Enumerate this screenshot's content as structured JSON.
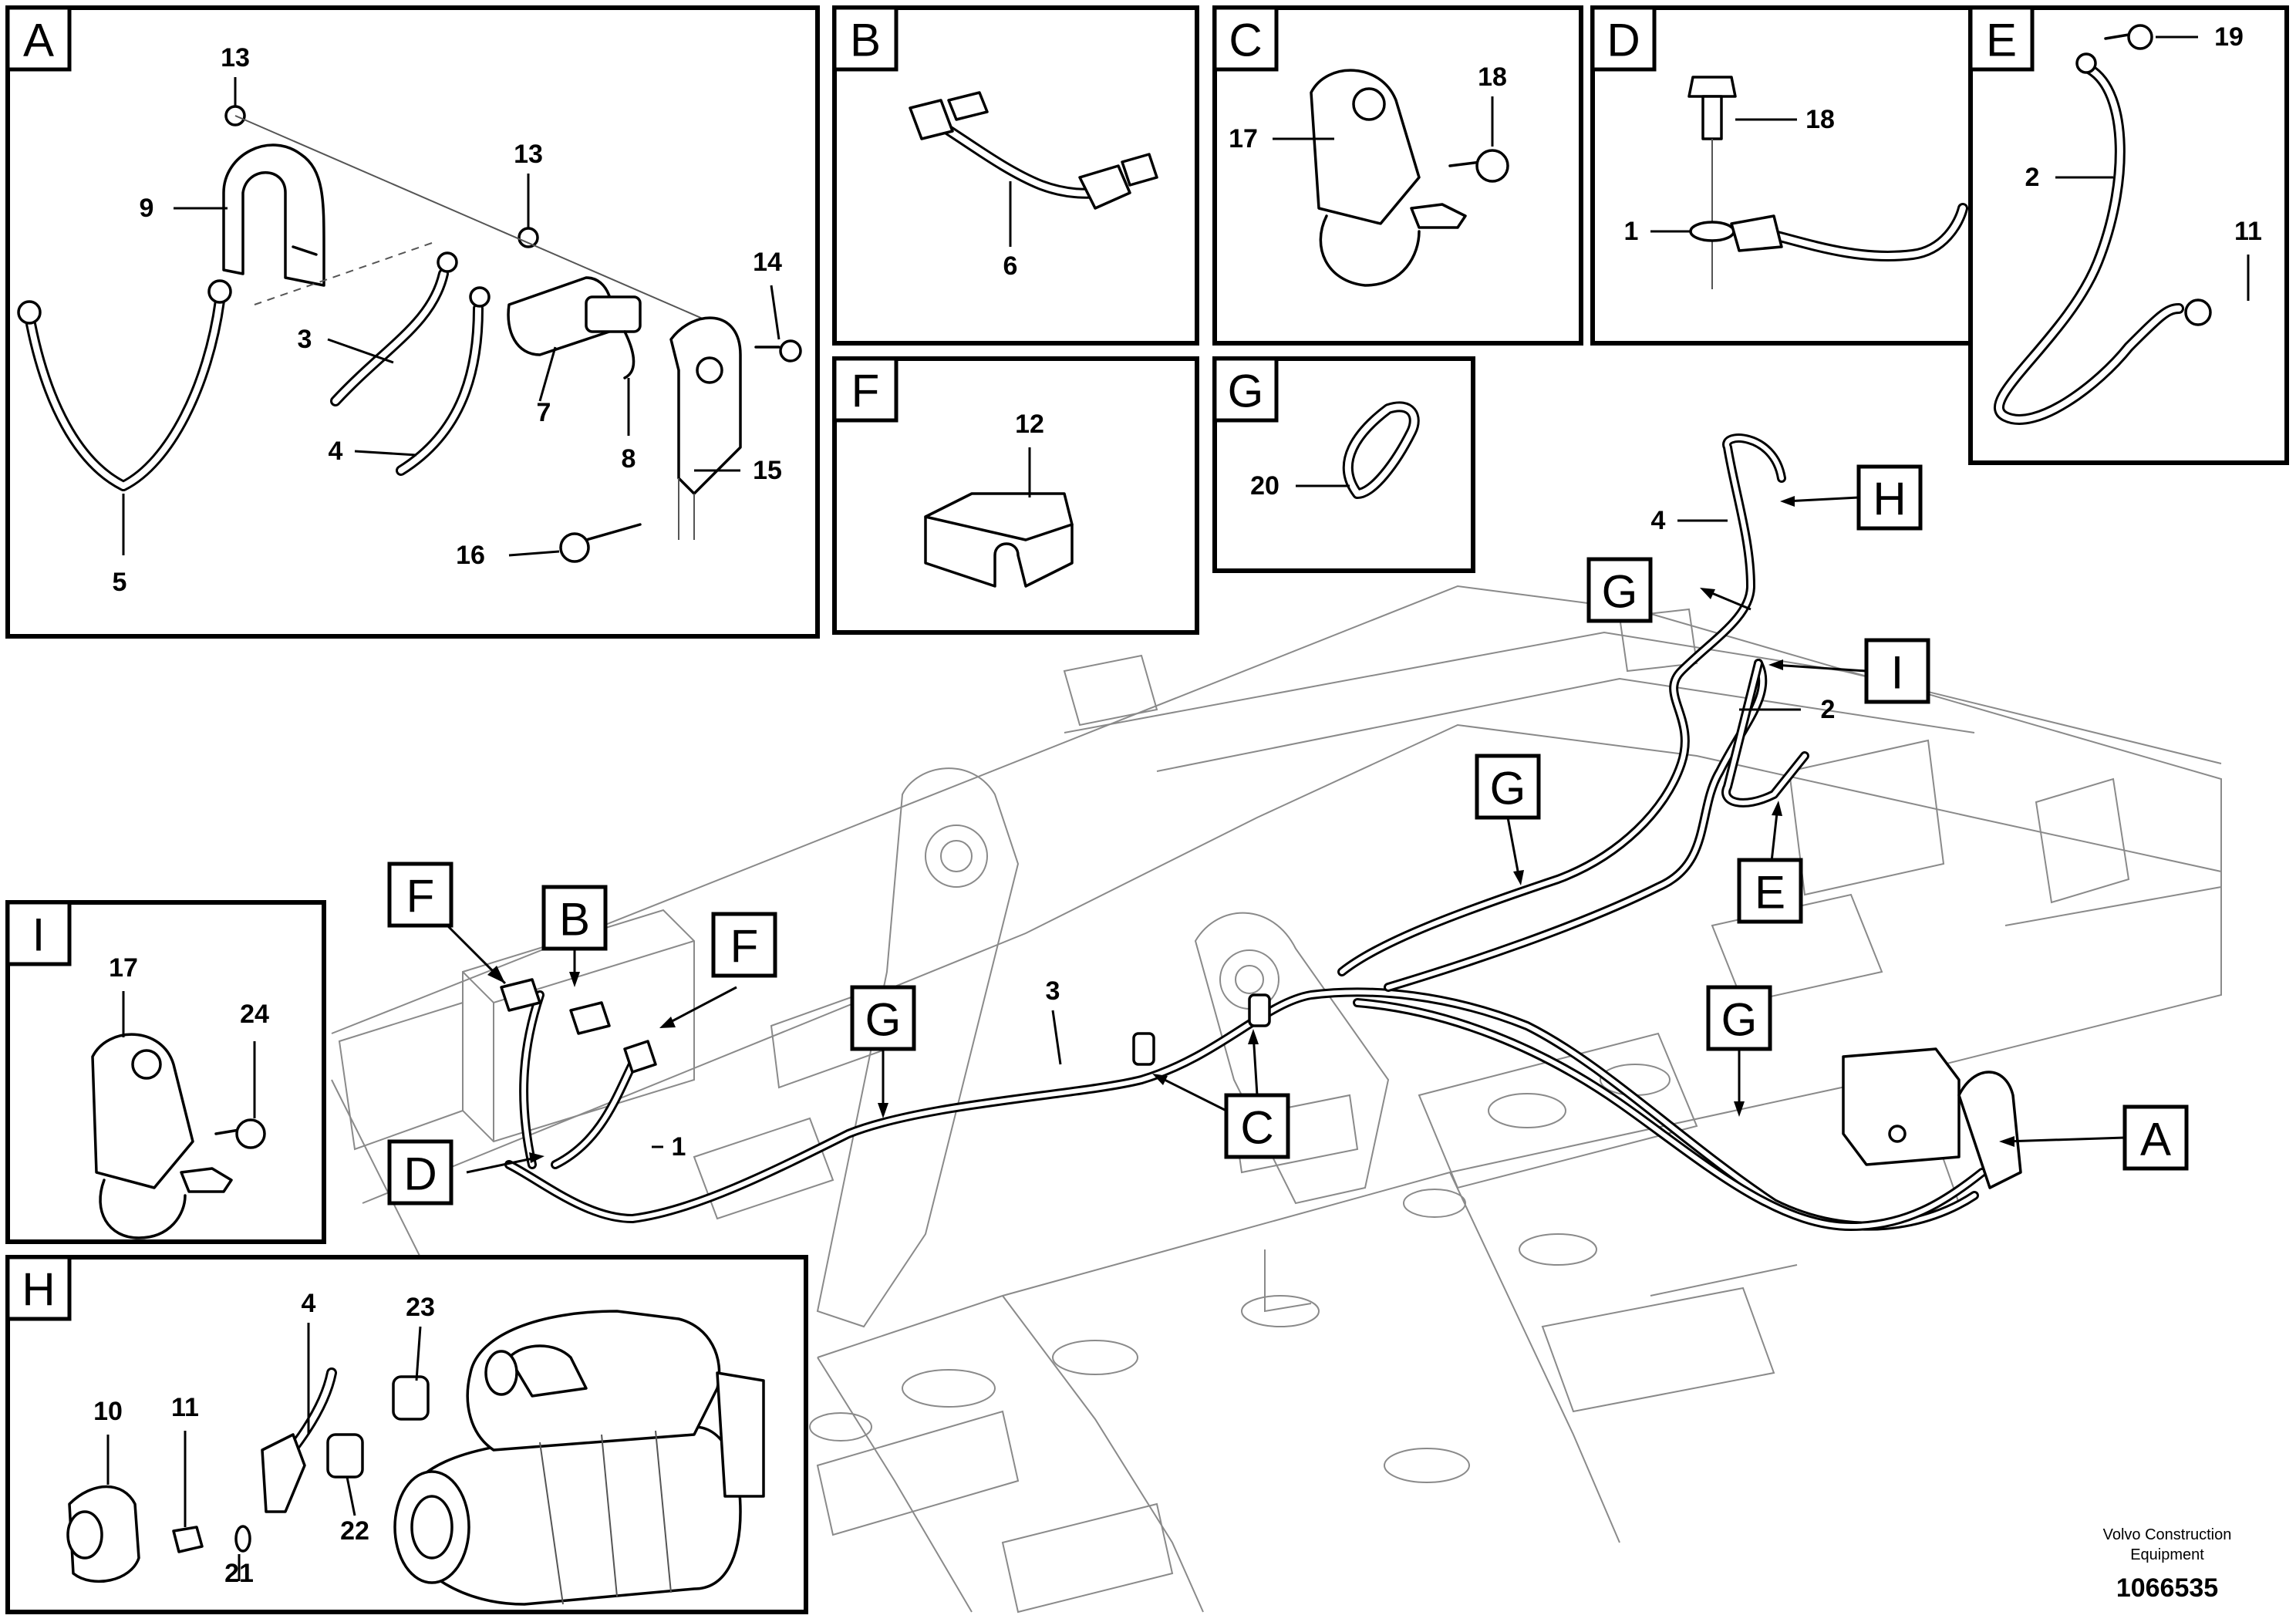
{
  "panels": {
    "A": {
      "tag": "A",
      "labels": [
        "13",
        "13",
        "9",
        "14",
        "3",
        "7",
        "4",
        "8",
        "15",
        "16",
        "5"
      ]
    },
    "B": {
      "tag": "B",
      "labels": [
        "6"
      ]
    },
    "C": {
      "tag": "C",
      "labels": [
        "18",
        "17"
      ]
    },
    "D": {
      "tag": "D",
      "labels": [
        "18",
        "1"
      ]
    },
    "E": {
      "tag": "E",
      "labels": [
        "19",
        "2",
        "11"
      ]
    },
    "F": {
      "tag": "F",
      "labels": [
        "12"
      ]
    },
    "G": {
      "tag": "G",
      "labels": [
        "20"
      ]
    },
    "I": {
      "tag": "I",
      "labels": [
        "17",
        "24"
      ]
    },
    "H": {
      "tag": "H",
      "labels": [
        "4",
        "23",
        "10",
        "11",
        "22",
        "21"
      ]
    }
  },
  "main": {
    "callouts": [
      "F",
      "B",
      "F",
      "G",
      "D",
      "C",
      "G",
      "G",
      "E",
      "I",
      "H",
      "G",
      "A"
    ],
    "labels": [
      "4",
      "2",
      "3",
      "1"
    ]
  },
  "footer": {
    "line1": "Volvo Construction",
    "line2": "Equipment",
    "ref": "1066535"
  }
}
